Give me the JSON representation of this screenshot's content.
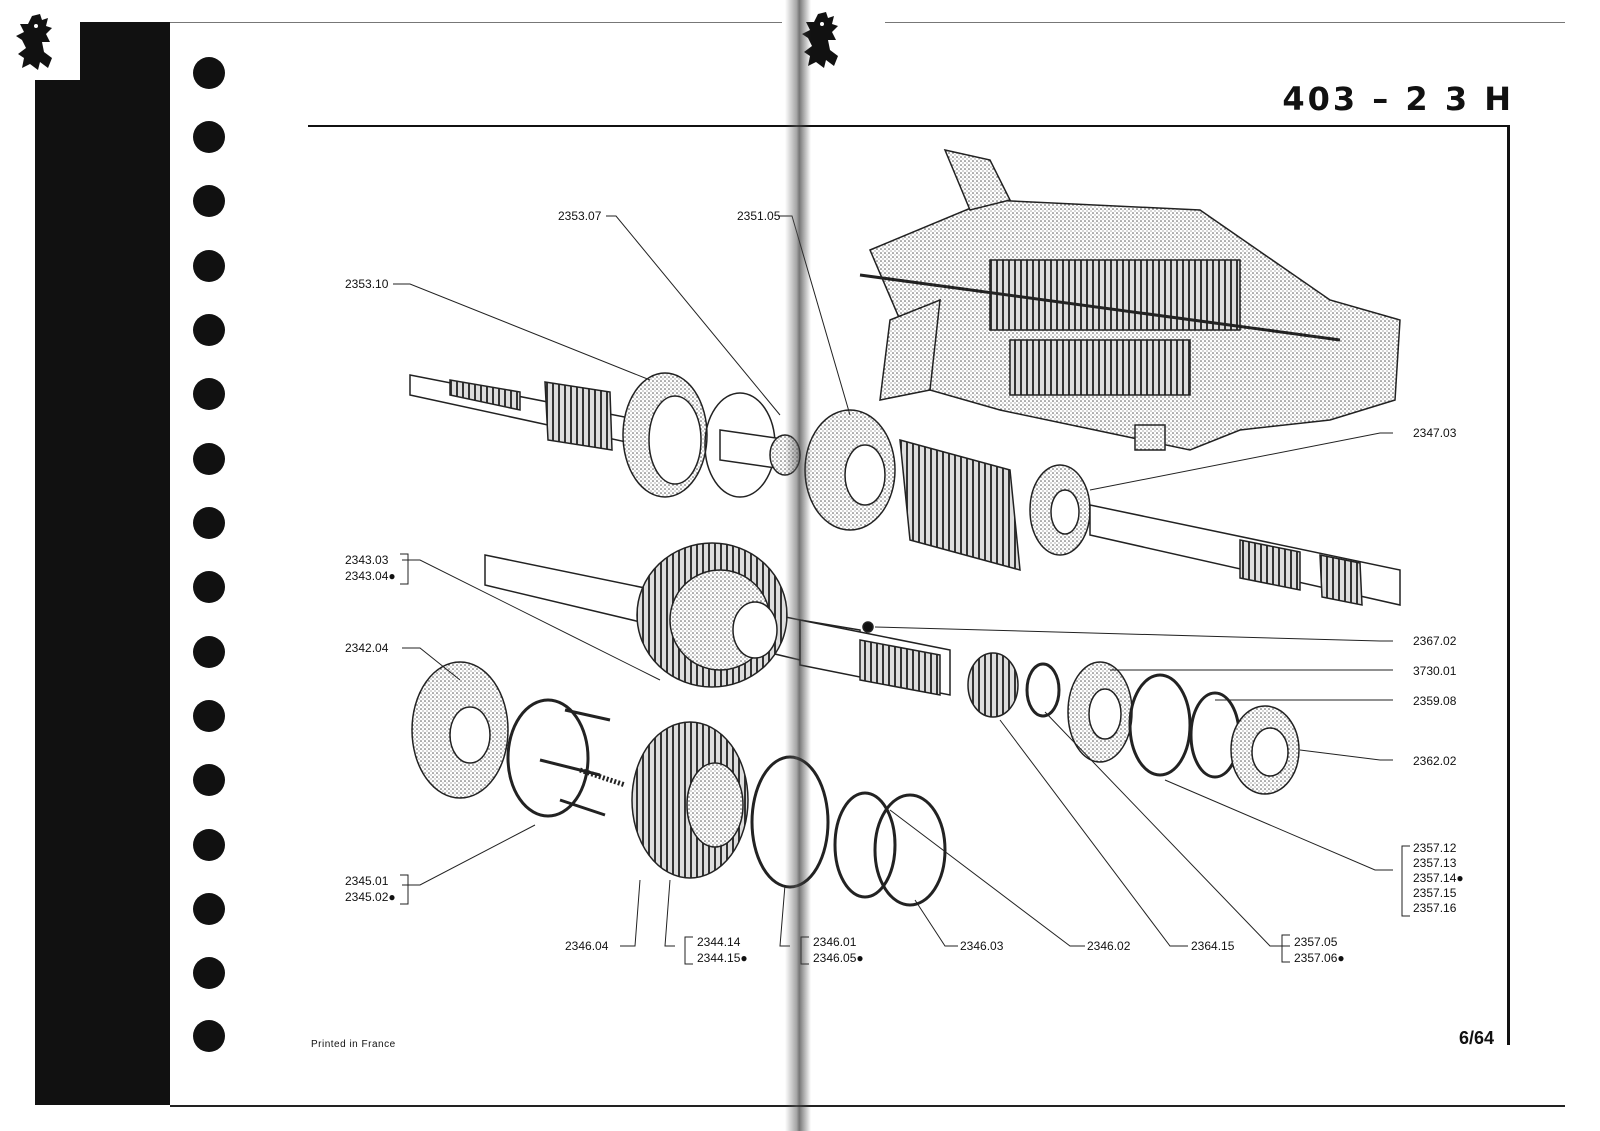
{
  "header": {
    "model": "403 – 2 3 H"
  },
  "footer": {
    "printed": "Printed in France",
    "page": "6/64"
  },
  "parts": {
    "p2353_07": "2353.07",
    "p2351_05": "2351.05",
    "p2353_10": "2353.10",
    "p2347_03": "2347.03",
    "p2343_03": "2343.03",
    "p2343_04": "2343.04●",
    "p2342_04": "2342.04",
    "p2367_02": "2367.02",
    "p3730_01": "3730.01",
    "p2359_08": "2359.08",
    "p2362_02": "2362.02",
    "p2357_12": "2357.12",
    "p2357_13": "2357.13",
    "p2357_14": "2357.14●",
    "p2357_15": "2357.15",
    "p2357_16": "2357.16",
    "p2345_01": "2345.01",
    "p2345_02": "2345.02●",
    "p2346_04": "2346.04",
    "p2344_14": "2344.14",
    "p2344_15": "2344.15●",
    "p2346_01": "2346.01",
    "p2346_05": "2346.05●",
    "p2346_03": "2346.03",
    "p2346_02": "2346.02",
    "p2364_15": "2364.15",
    "p2357_05": "2357.05",
    "p2357_06": "2357.06●"
  },
  "icons": {
    "logo": "peugeot-lion-icon",
    "binder_hole": "binder-hole"
  }
}
